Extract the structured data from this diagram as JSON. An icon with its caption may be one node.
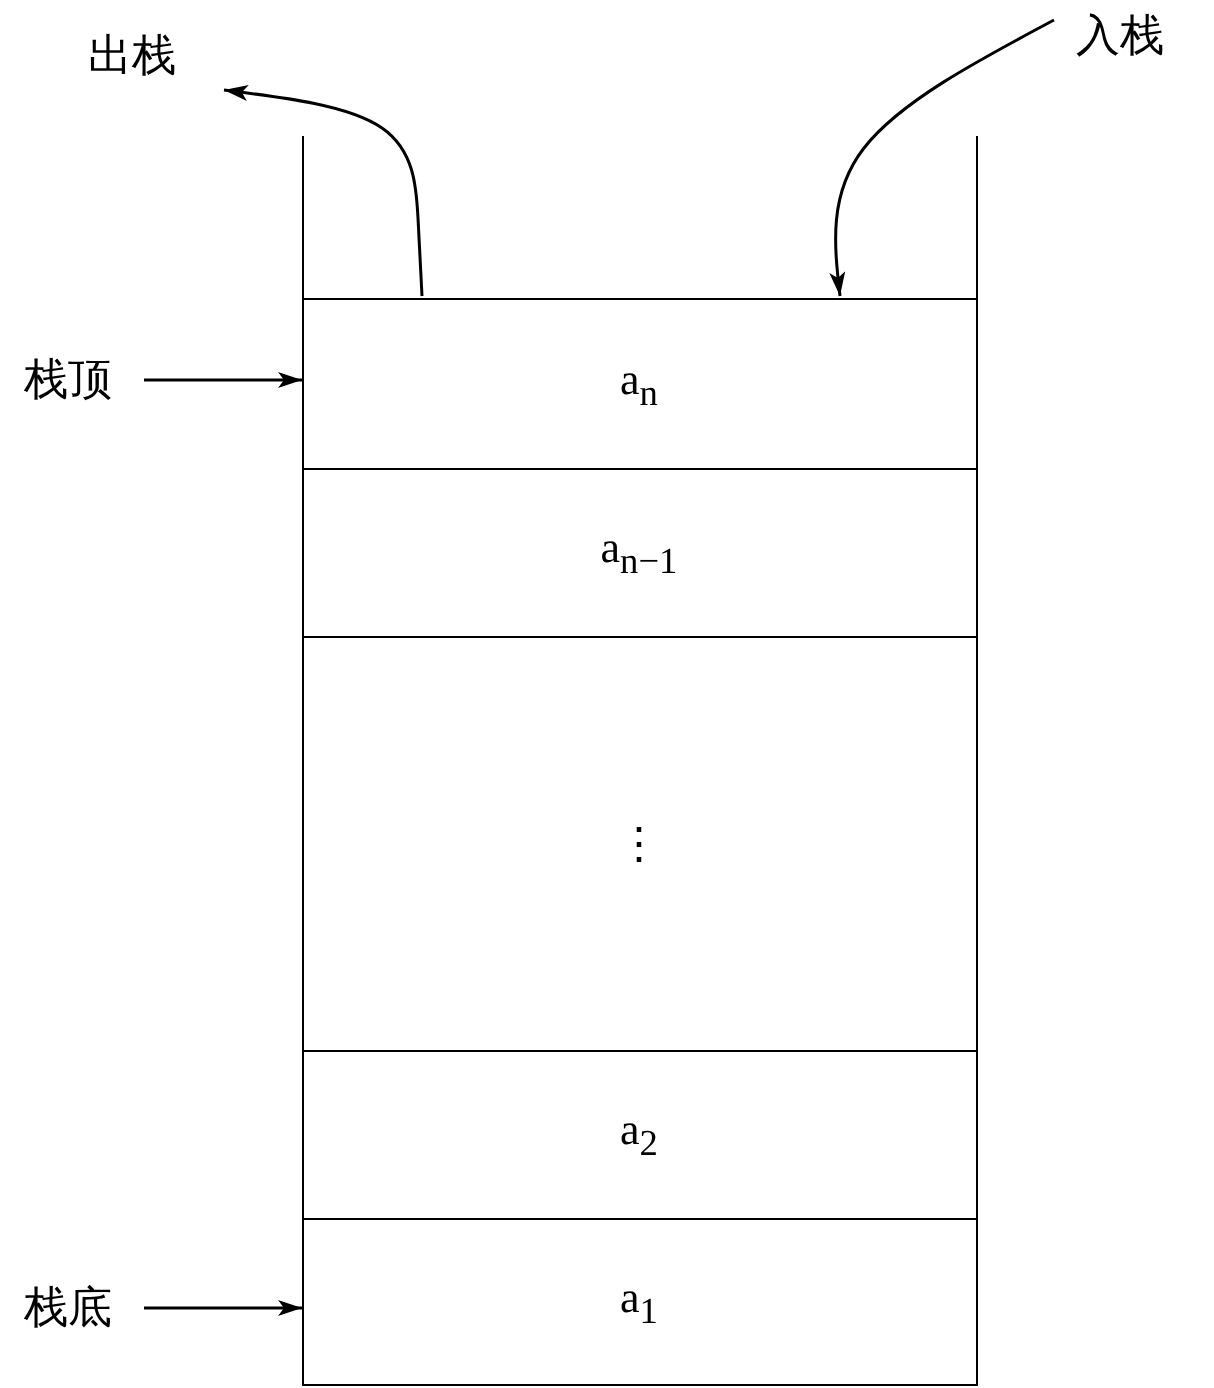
{
  "diagram": {
    "nodes": [
      {
        "text": [],
        "shape": "box"
      },
      {
        "text": [
          "a$_{n}$"
        ],
        "in": 0
      },
      {
        "text": [
          "a$_{n−1}$"
        ],
        "in": 0
      },
      {
        "text": [
          "⋮"
        ],
        "in": 0
      },
      {
        "text": [
          "a$_{2}$"
        ],
        "in": 0
      },
      {
        "text": [
          "a$_{1}$"
        ],
        "in": 0
      },
      {
        "text": [
          "栈顶"
        ]
      },
      {
        "text": [
          "栈底"
        ]
      },
      {
        "text": [
          "出栈"
        ]
      },
      {
        "text": [
          "入栈"
        ]
      }
    ],
    "edges": [
      {
        "from": 6,
        "to": 1,
        "arrow": "to"
      },
      {
        "from": 7,
        "to": 5,
        "arrow": "to"
      },
      {
        "from": 1,
        "to": 8,
        "arrow": "to"
      },
      {
        "from": 9,
        "to": 1,
        "arrow": "to"
      }
    ]
  }
}
